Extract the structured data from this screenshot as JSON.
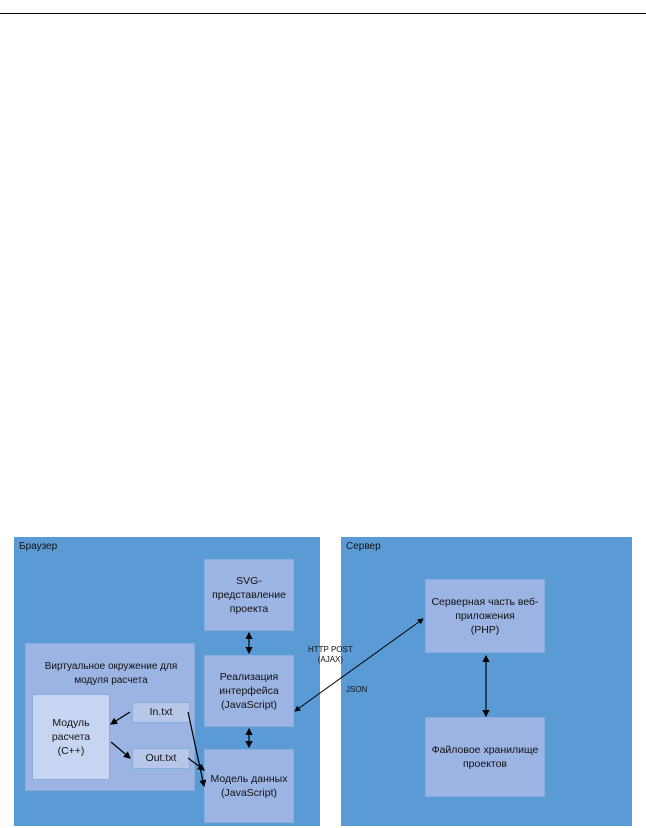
{
  "browser": {
    "title": "Браузер",
    "svg_view": "SVG-представление\nпроекта",
    "ui_impl": "Реализация\nинтерфейса\n(JavaScript)",
    "data_model": "Модель данных\n(JavaScript)",
    "virtual_env": {
      "label": "Виртуальное окружение для\nмодуля расчета",
      "calc_module": "Модуль\nрасчета\n(С++)",
      "in_file": "In.txt",
      "out_file": "Out.txt"
    }
  },
  "server": {
    "title": "Сервер",
    "backend": "Серверная часть веб-\nприложения\n(PHP)",
    "storage": "Файловое хранилище\nпроектов"
  },
  "edges": {
    "http_post": "HTTP POST\n(AJAX)",
    "json": "JSON"
  },
  "colors": {
    "panel": "#5b9bd5",
    "box": "#9bb4e3",
    "arrow": "#000000"
  }
}
